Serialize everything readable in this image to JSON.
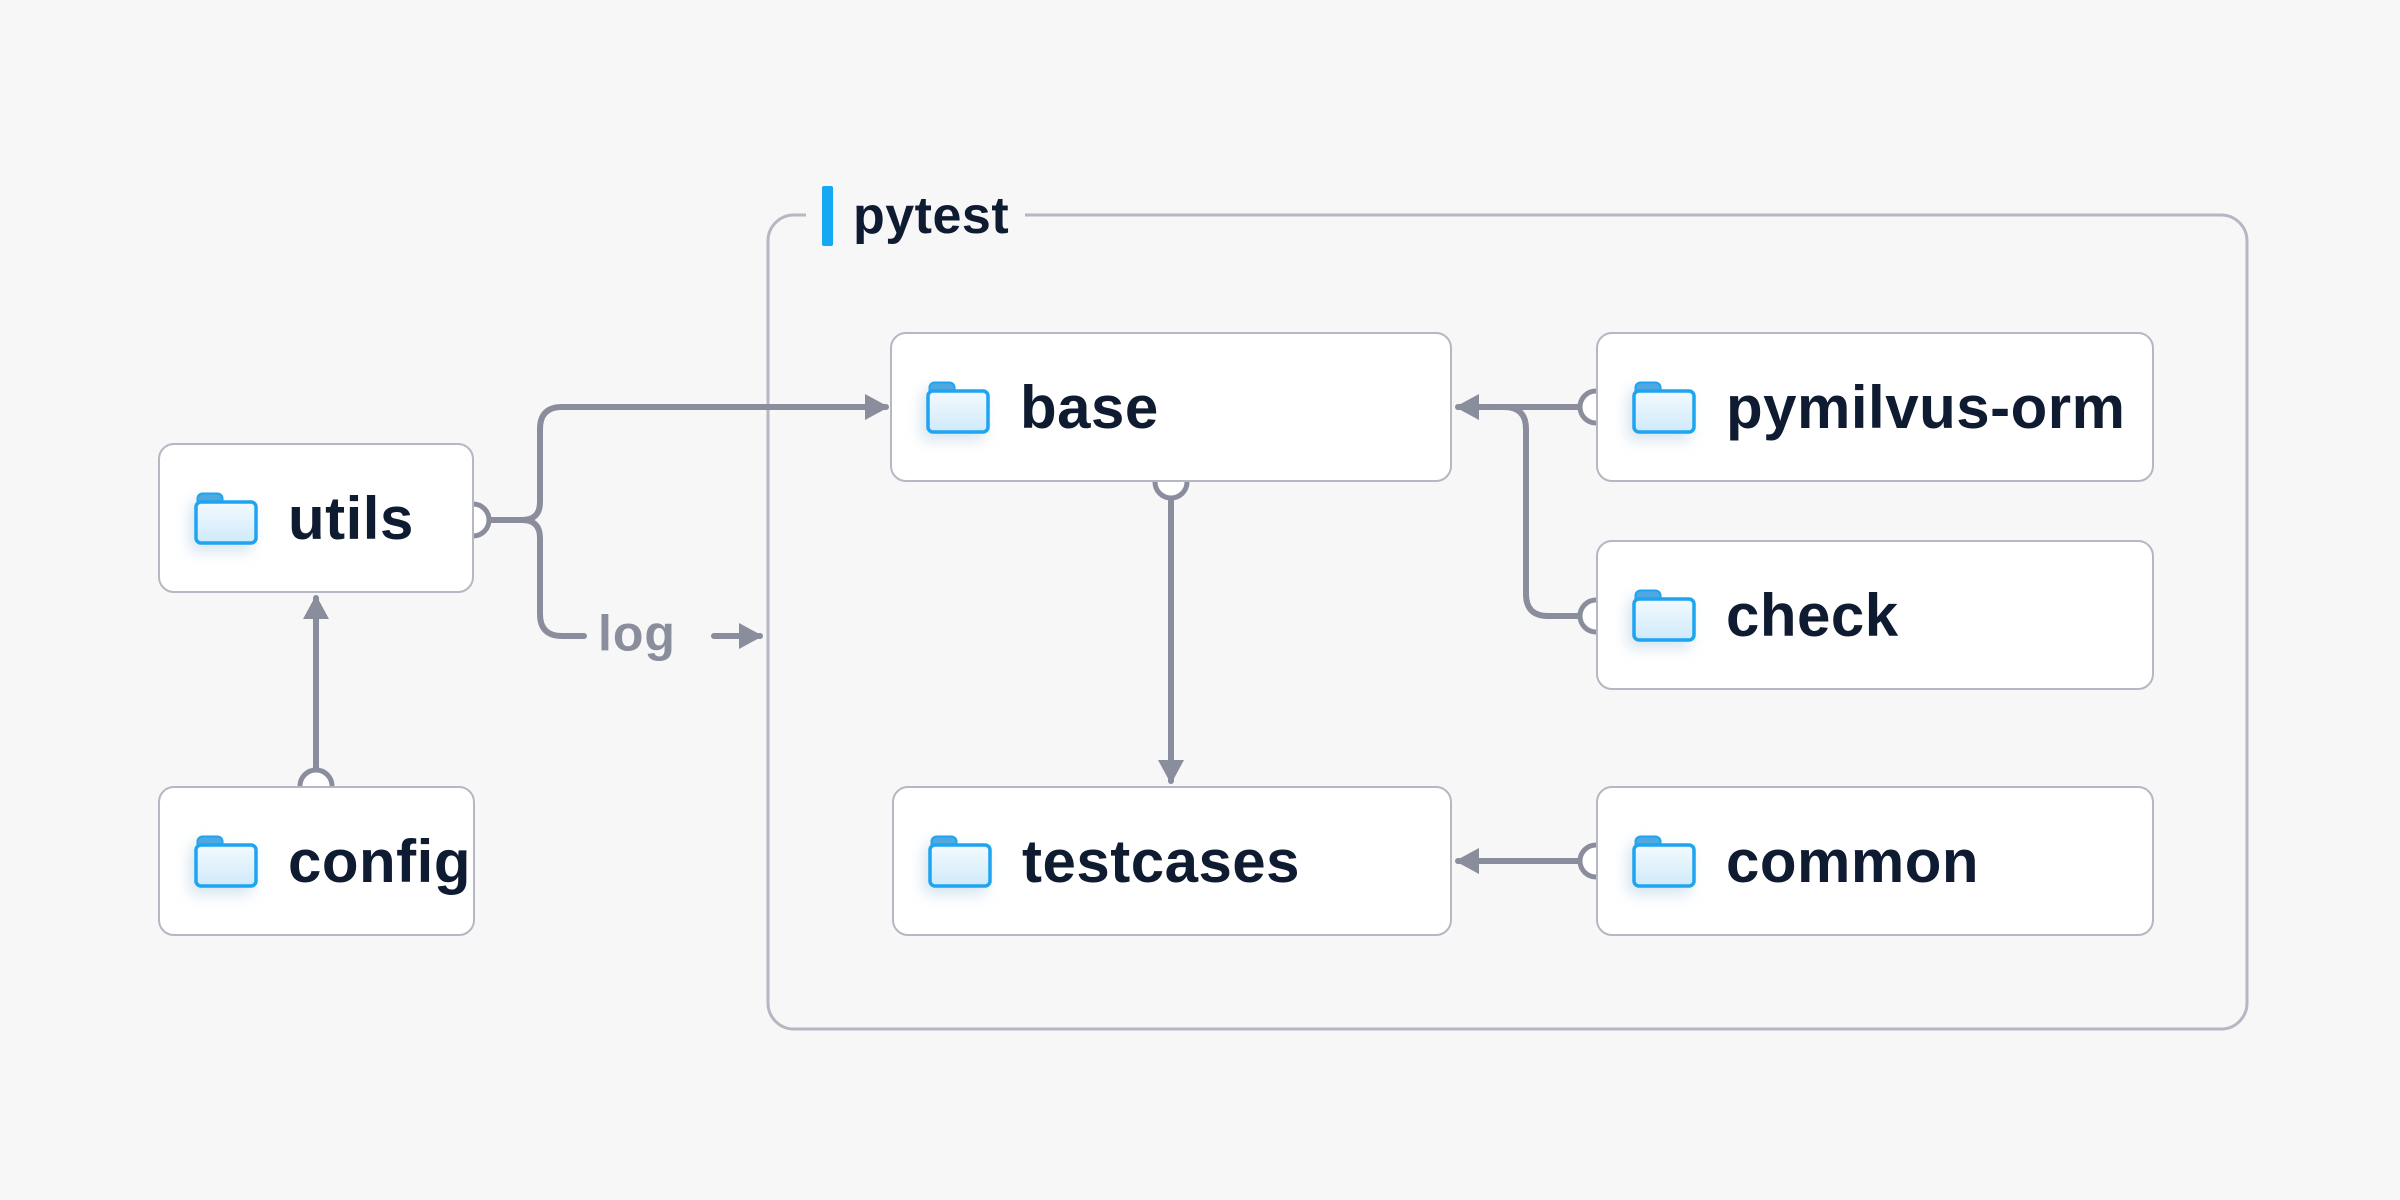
{
  "page": {
    "background": "#f7f7f8"
  },
  "colors": {
    "accent_blue": "#14a9f2",
    "connector_gray": "#8a8d9c",
    "box_border_gray": "#b5b7c3",
    "box_background": "#ffffff",
    "label_navy": "#0f1b30",
    "muted_label_gray": "#8a8d9c",
    "folder_stroke_blue": "#1ea4f1",
    "folder_tab_blue": "#4fa9e0",
    "folder_fill_light": "#f3fafe",
    "folder_fill_deep": "#cfe9fa"
  },
  "container": {
    "label": "pytest"
  },
  "nodes": {
    "utils": {
      "label": "utils"
    },
    "config": {
      "label": "config"
    },
    "base": {
      "label": "base"
    },
    "testcases": {
      "label": "testcases"
    },
    "pymilvus_orm": {
      "label": "pymilvus-orm"
    },
    "check": {
      "label": "check"
    },
    "common": {
      "label": "common"
    }
  },
  "edges": {
    "log_label": "log"
  }
}
